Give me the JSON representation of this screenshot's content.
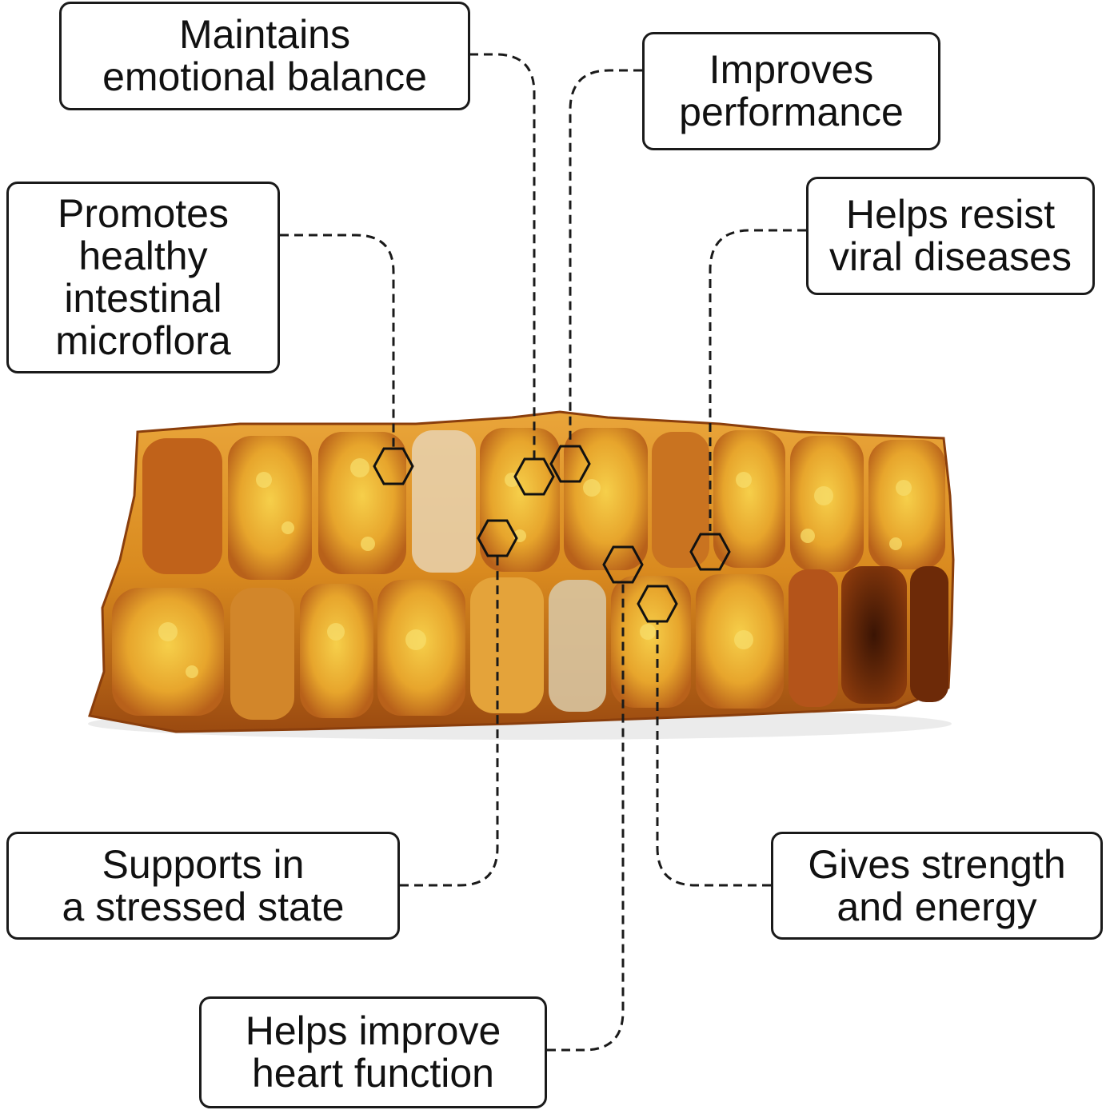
{
  "callouts": {
    "emotional": {
      "lines": [
        "Maintains",
        "emotional balance"
      ]
    },
    "performance": {
      "lines": [
        "Improves",
        "performance"
      ]
    },
    "intestinal": {
      "lines": [
        "Promotes",
        "healthy",
        "intestinal",
        "microflora"
      ]
    },
    "viral": {
      "lines": [
        "Helps resist",
        "viral diseases"
      ]
    },
    "stressed": {
      "lines": [
        "Supports in",
        "a stressed state"
      ]
    },
    "strength": {
      "lines": [
        "Gives strength",
        "and energy"
      ]
    },
    "heart": {
      "lines": [
        "Helps improve",
        "heart function"
      ]
    }
  },
  "colors": {
    "connector": "#1a1a1a",
    "comb_amber": "#d9861c",
    "comb_dark": "#7a3208",
    "comb_yellow": "#f2c232"
  }
}
